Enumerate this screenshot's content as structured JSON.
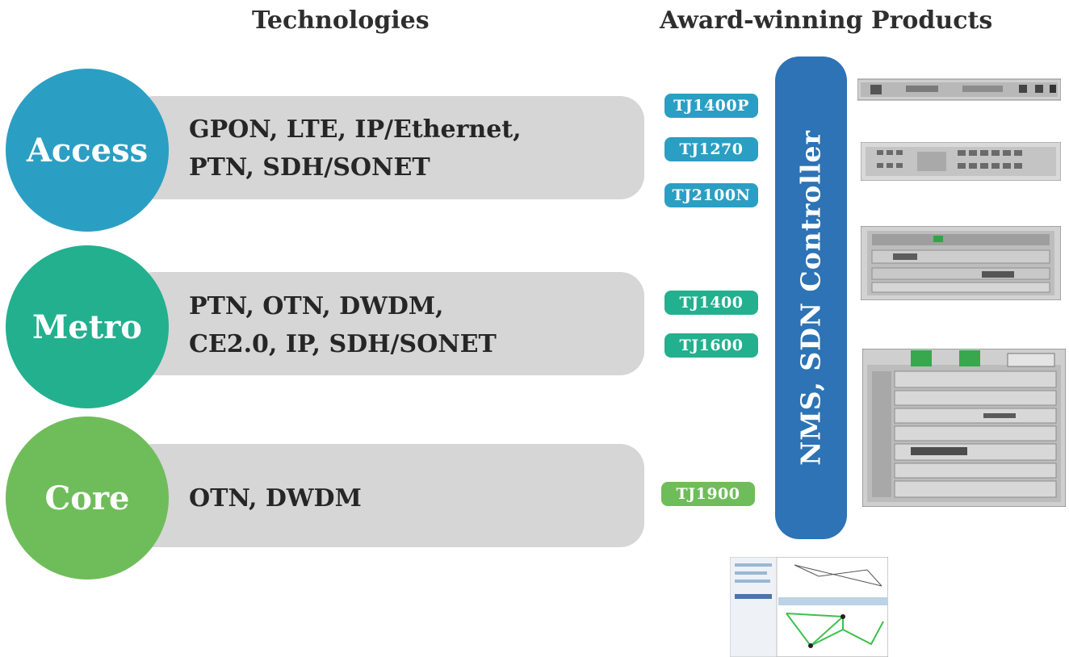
{
  "headings": {
    "technologies": "Technologies",
    "products": "Award-winning Products"
  },
  "layers": [
    {
      "name": "Access",
      "technologies": "GPON, LTE, IP/Ethernet,\nPTN, SDH/SONET",
      "color": "#2a9fc3"
    },
    {
      "name": "Metro",
      "technologies": "PTN, OTN, DWDM,\nCE2.0, IP, SDH/SONET",
      "color": "#23b08e"
    },
    {
      "name": "Core",
      "technologies": "OTN, DWDM",
      "color": "#6fbd5a"
    }
  ],
  "products": [
    {
      "label": "TJ1400P",
      "layer": "Access"
    },
    {
      "label": "TJ1270",
      "layer": "Access"
    },
    {
      "label": "TJ2100N",
      "layer": "Access"
    },
    {
      "label": "TJ1400",
      "layer": "Metro"
    },
    {
      "label": "TJ1600",
      "layer": "Metro"
    },
    {
      "label": "TJ1900",
      "layer": "Core"
    }
  ],
  "controller": {
    "label": "NMS, SDN Controller",
    "color": "#2d73b5"
  },
  "pill_color": "#d6d6d6"
}
